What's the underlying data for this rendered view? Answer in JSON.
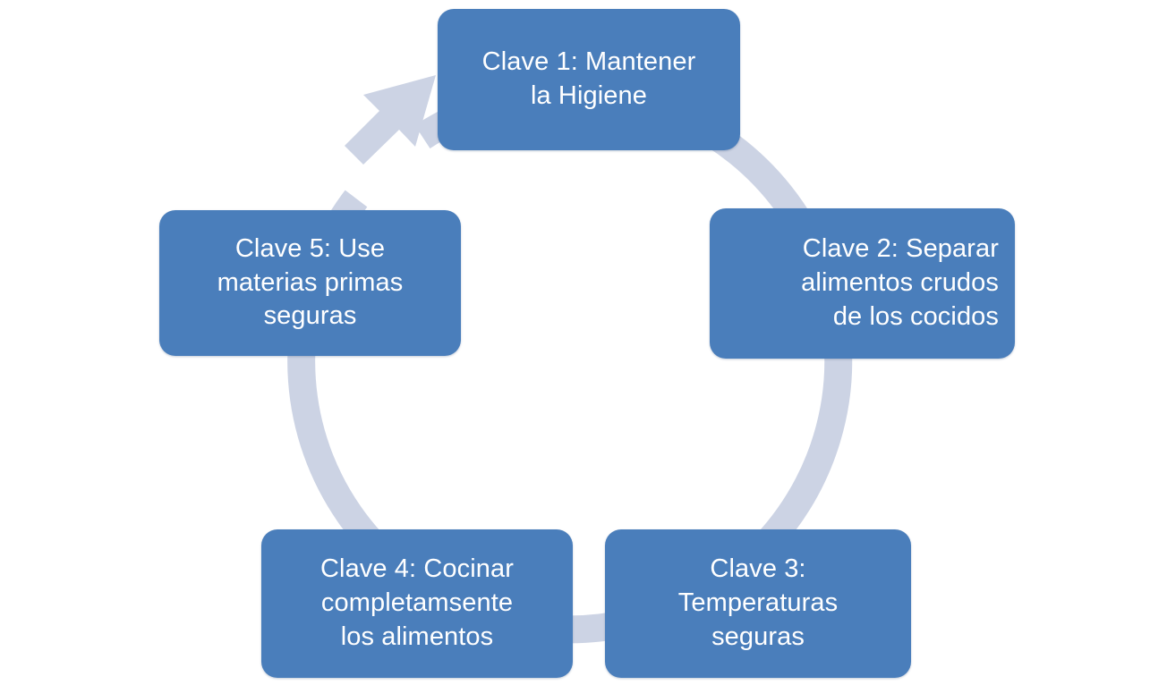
{
  "diagram": {
    "type": "cycle",
    "title": "",
    "colors": {
      "node_fill": "#4a7ebb",
      "node_text": "#ffffff",
      "ring": "#ccd3e4",
      "background": "#ffffff"
    },
    "ring": {
      "name": "circular-arrow-ring",
      "direction": "clockwise",
      "arrowhead_target": "Clave 1: Mantener la Higiene"
    },
    "nodes": [
      {
        "id": "clave-1",
        "label": "Clave 1: Mantener\nla Higiene",
        "align": "center"
      },
      {
        "id": "clave-2",
        "label": "Clave 2: Separar\nalimentos crudos\nde los cocidos",
        "align": "right"
      },
      {
        "id": "clave-3",
        "label": "Clave 3:\nTemperaturas\nseguras",
        "align": "center"
      },
      {
        "id": "clave-4",
        "label": "Clave 4: Cocinar\ncompletamsente\nlos alimentos",
        "align": "center"
      },
      {
        "id": "clave-5",
        "label": "Clave 5: Use\nmaterias primas\nseguras",
        "align": "center"
      }
    ]
  }
}
